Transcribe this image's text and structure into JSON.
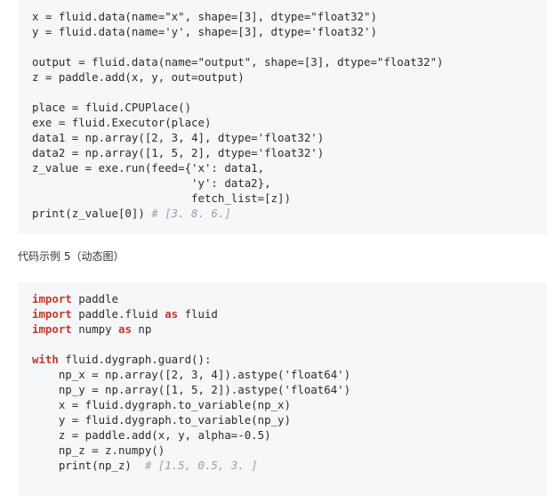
{
  "block1": {
    "lines": [
      "x = fluid.data(name=\"x\", shape=[3], dtype=\"float32\")",
      "y = fluid.data(name='y', shape=[3], dtype='float32')",
      "",
      "output = fluid.data(name=\"output\", shape=[3], dtype=\"float32\")",
      "z = paddle.add(x, y, out=output)",
      "",
      "place = fluid.CPUPlace()",
      "exe = fluid.Executor(place)",
      "data1 = np.array([2, 3, 4], dtype='float32')",
      "data2 = np.array([1, 5, 2], dtype='float32')",
      "z_value = exe.run(feed={'x': data1,",
      "                        'y': data2},",
      "                        fetch_list=[z])"
    ],
    "last_line_code": "print(z_value[0]) ",
    "last_line_comment": "# [3. 8. 6.]"
  },
  "caption": "代码示例 5（动态图）",
  "block2": {
    "imports": [
      {
        "kw": "import",
        "rest": " paddle"
      },
      {
        "kw": "import",
        "mid": " paddle.fluid ",
        "kw2": "as",
        "rest": " fluid"
      },
      {
        "kw": "import",
        "mid": " numpy ",
        "kw2": "as",
        "rest": " np"
      }
    ],
    "with_kw": "with",
    "with_rest": " fluid.dygraph.guard():",
    "body": [
      "    np_x = np.array([2, 3, 4]).astype('float64')",
      "    np_y = np.array([1, 5, 2]).astype('float64')",
      "    x = fluid.dygraph.to_variable(np_x)",
      "    y = fluid.dygraph.to_variable(np_y)",
      "    z = paddle.add(x, y, alpha=-0.5)",
      "    np_z = z.numpy()"
    ],
    "last_line_code": "    print(np_z)  ",
    "last_line_comment": "# [1.5, 0.5, 3. ]"
  }
}
